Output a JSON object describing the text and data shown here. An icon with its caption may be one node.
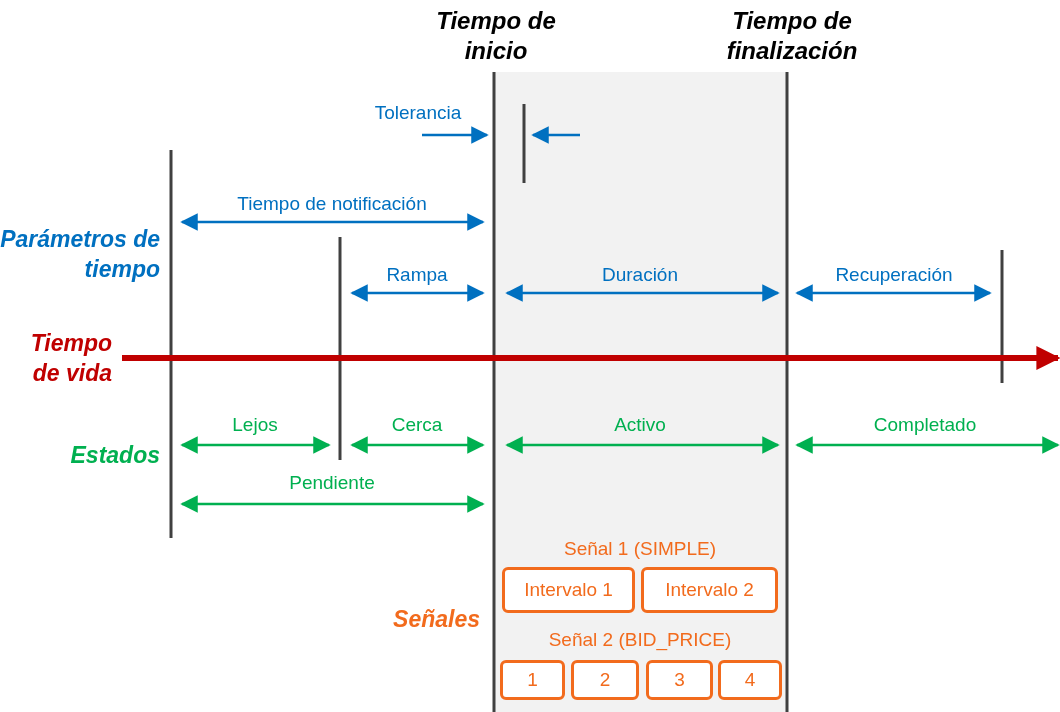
{
  "diagram": {
    "nodes": [
      {
        "text": [
          "Intervalo 1"
        ]
      },
      {
        "text": [
          "Intervalo 2"
        ]
      },
      {
        "text": [
          "1"
        ]
      },
      {
        "text": [
          "2"
        ]
      },
      {
        "text": [
          "3"
        ]
      },
      {
        "text": [
          "4"
        ]
      }
    ],
    "labels": [
      "Tiempo de inicio",
      "Tiempo de finalización",
      "Tolerancia",
      "Tiempo de notificación",
      "Parámetros de tiempo",
      "Rampa",
      "Duración",
      "Recuperación",
      "Tiempo de vida",
      "Lejos",
      "Cerca",
      "Activo",
      "Completado",
      "Estados",
      "Pendiente",
      "Señal 1 (SIMPLE)",
      "Señales",
      "Señal 2 (BID_PRICE)"
    ]
  }
}
